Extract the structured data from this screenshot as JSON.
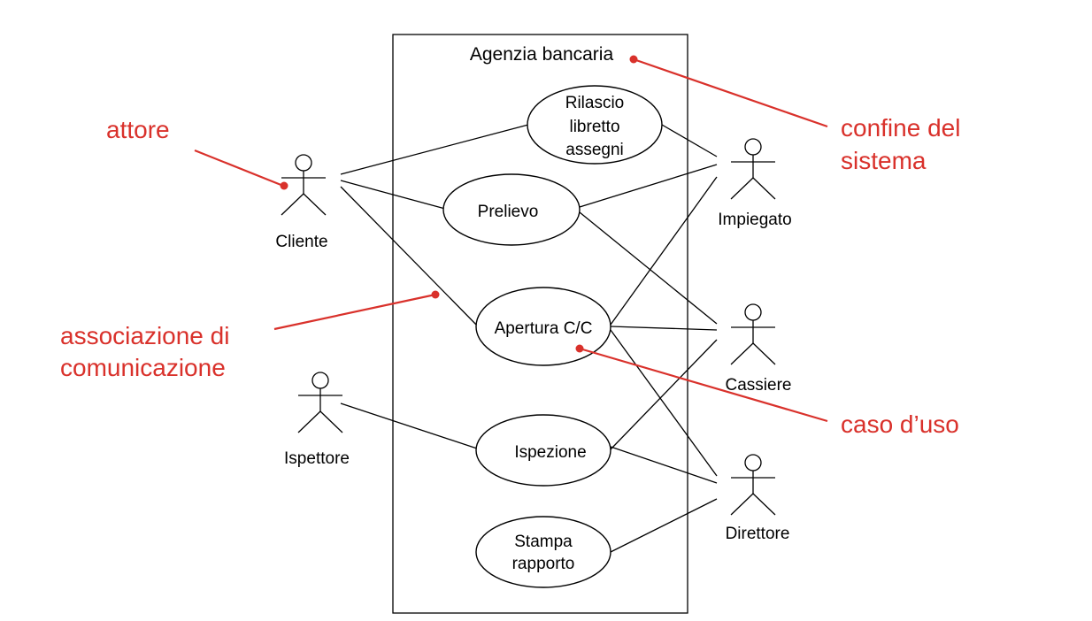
{
  "diagram": {
    "system_boundary": {
      "label": "Agenzia bancaria"
    },
    "actors": [
      {
        "id": "cliente",
        "label": "Cliente"
      },
      {
        "id": "impiegato",
        "label": "Impiegato"
      },
      {
        "id": "cassiere",
        "label": "Cassiere"
      },
      {
        "id": "ispettore",
        "label": "Ispettore"
      },
      {
        "id": "direttore",
        "label": "Direttore"
      }
    ],
    "use_cases": [
      {
        "id": "rilascio",
        "lines": [
          "Rilascio",
          "libretto",
          "assegni"
        ]
      },
      {
        "id": "prelievo",
        "lines": [
          "Prelievo"
        ]
      },
      {
        "id": "apertura",
        "lines": [
          "Apertura C/C"
        ]
      },
      {
        "id": "ispezione",
        "lines": [
          "Ispezione"
        ]
      },
      {
        "id": "stampa",
        "lines": [
          "Stampa",
          "rapporto"
        ]
      }
    ],
    "associations": [
      {
        "from": "cliente",
        "to": "rilascio"
      },
      {
        "from": "cliente",
        "to": "prelievo"
      },
      {
        "from": "cliente",
        "to": "apertura"
      },
      {
        "from": "rilascio",
        "to": "impiegato"
      },
      {
        "from": "prelievo",
        "to": "impiegato"
      },
      {
        "from": "prelievo",
        "to": "cassiere"
      },
      {
        "from": "apertura",
        "to": "impiegato"
      },
      {
        "from": "apertura",
        "to": "cassiere"
      },
      {
        "from": "apertura",
        "to": "direttore"
      },
      {
        "from": "ispettore",
        "to": "ispezione"
      },
      {
        "from": "ispezione",
        "to": "cassiere"
      },
      {
        "from": "ispezione",
        "to": "direttore"
      },
      {
        "from": "stampa",
        "to": "direttore"
      }
    ],
    "annotations": [
      {
        "id": "attore",
        "lines": [
          "attore"
        ],
        "points_to": "cliente"
      },
      {
        "id": "confine",
        "lines": [
          "confine del",
          "sistema"
        ],
        "points_to": "system_boundary"
      },
      {
        "id": "associazione",
        "lines": [
          "associazione di",
          "comunicazione"
        ],
        "points_to": "association"
      },
      {
        "id": "caso",
        "lines": [
          "caso d’uso"
        ],
        "points_to": "apertura"
      }
    ],
    "colors": {
      "annotation": "#d9312b",
      "line": "#000000"
    }
  }
}
